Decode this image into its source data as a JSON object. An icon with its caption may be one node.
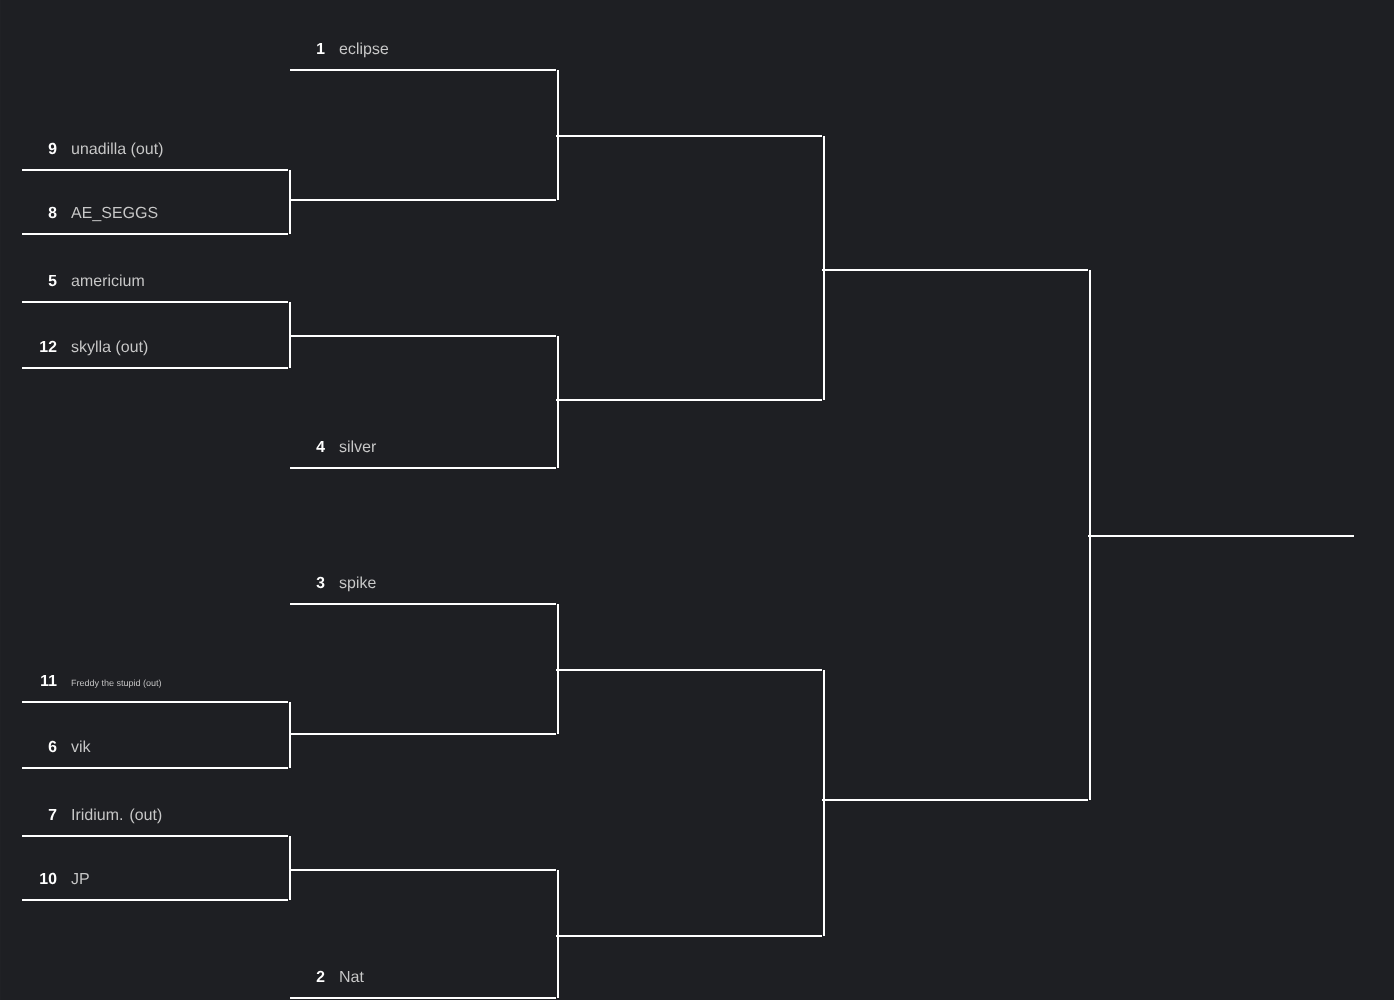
{
  "diagram": {
    "nodes": [
      {
        "text": [
          "9",
          "unadilla (out)"
        ]
      },
      {
        "text": [
          "8",
          "AE_SEGGS"
        ]
      },
      {
        "text": [
          "5",
          "americium"
        ]
      },
      {
        "text": [
          "12",
          "skylla (out)"
        ]
      },
      {
        "text": [
          "11",
          "Freddy the stupid (out)"
        ]
      },
      {
        "text": [
          "6",
          "vik"
        ]
      },
      {
        "text": [
          "7",
          "Iridium. (out)"
        ]
      },
      {
        "text": [
          "10",
          "JP"
        ]
      },
      {
        "text": [
          "1",
          "eclipse"
        ]
      },
      {
        "text": [],
        "shape": "bar"
      },
      {
        "text": [],
        "shape": "bar"
      },
      {
        "text": [
          "4",
          "silver"
        ]
      },
      {
        "text": [
          "3",
          "spike"
        ]
      },
      {
        "text": [],
        "shape": "bar"
      },
      {
        "text": [],
        "shape": "bar"
      },
      {
        "text": [
          "2",
          "Nat"
        ]
      },
      {
        "text": [],
        "shape": "bar"
      },
      {
        "text": [],
        "shape": "bar"
      },
      {
        "text": [],
        "shape": "bar"
      },
      {
        "text": [],
        "shape": "bar"
      },
      {
        "text": [],
        "shape": "bar"
      },
      {
        "text": [],
        "shape": "bar"
      },
      {
        "text": [],
        "shape": "bar"
      }
    ],
    "edges": [
      {
        "from": 0,
        "to": 9,
        "arrow": "none"
      },
      {
        "from": 1,
        "to": 9,
        "arrow": "none"
      },
      {
        "from": 2,
        "to": 10,
        "arrow": "none"
      },
      {
        "from": 3,
        "to": 10,
        "arrow": "none"
      },
      {
        "from": 4,
        "to": 13,
        "arrow": "none"
      },
      {
        "from": 5,
        "to": 13,
        "arrow": "none"
      },
      {
        "from": 6,
        "to": 14,
        "arrow": "none"
      },
      {
        "from": 7,
        "to": 14,
        "arrow": "none"
      },
      {
        "from": 8,
        "to": 16,
        "arrow": "none"
      },
      {
        "from": 9,
        "to": 16,
        "arrow": "none"
      },
      {
        "from": 10,
        "to": 17,
        "arrow": "none"
      },
      {
        "from": 11,
        "to": 17,
        "arrow": "none"
      },
      {
        "from": 12,
        "to": 18,
        "arrow": "none"
      },
      {
        "from": 13,
        "to": 18,
        "arrow": "none"
      },
      {
        "from": 14,
        "to": 19,
        "arrow": "none"
      },
      {
        "from": 15,
        "to": 19,
        "arrow": "none"
      },
      {
        "from": 16,
        "to": 20,
        "arrow": "none"
      },
      {
        "from": 17,
        "to": 20,
        "arrow": "none"
      },
      {
        "from": 18,
        "to": 21,
        "arrow": "none"
      },
      {
        "from": 19,
        "to": 21,
        "arrow": "none"
      },
      {
        "from": 20,
        "to": 22,
        "arrow": "none"
      },
      {
        "from": 21,
        "to": 22,
        "arrow": "none"
      }
    ]
  }
}
